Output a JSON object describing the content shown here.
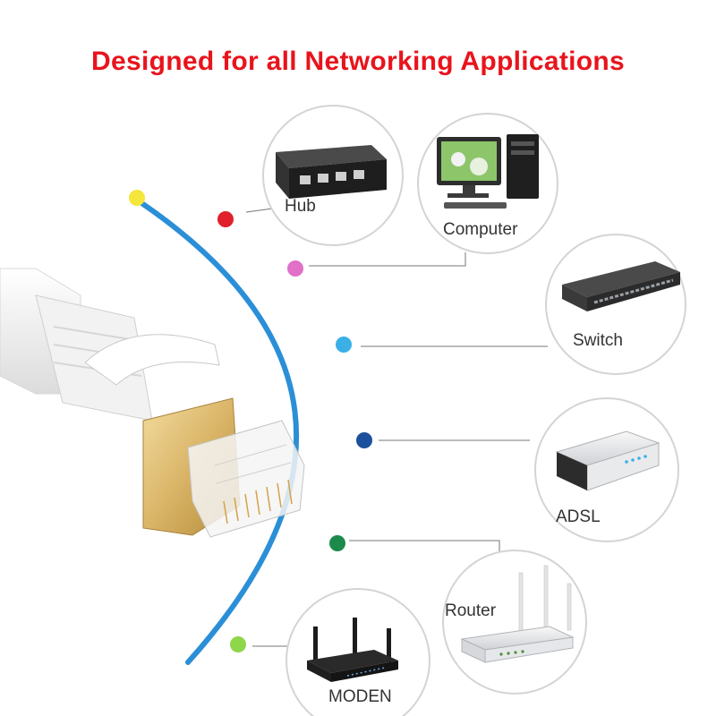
{
  "headline": "Designed for all Networking Applications",
  "colors": {
    "headline": "#e8141c",
    "cable_arc": "#2b8fd8",
    "connector_gold": "#d9b466",
    "cable_white": "#f4f4f4",
    "leader_line": "#777777"
  },
  "devices": [
    {
      "label": "Hub",
      "icon": "hub-icon",
      "node_color": "#e0202a"
    },
    {
      "label": "Computer",
      "icon": "computer-icon",
      "node_color": "#e070c8"
    },
    {
      "label": "Switch",
      "icon": "switch-icon",
      "node_color": "#3ab0e6"
    },
    {
      "label": "ADSL",
      "icon": "adsl-modem-icon",
      "node_color": "#1c4f9c"
    },
    {
      "label": "Router",
      "icon": "router-icon",
      "node_color": "#1b8a4a"
    },
    {
      "label": "MODEN",
      "icon": "wireless-modem-icon",
      "node_color": "#8ed64a"
    }
  ],
  "start_node_color": "#f4e63a"
}
